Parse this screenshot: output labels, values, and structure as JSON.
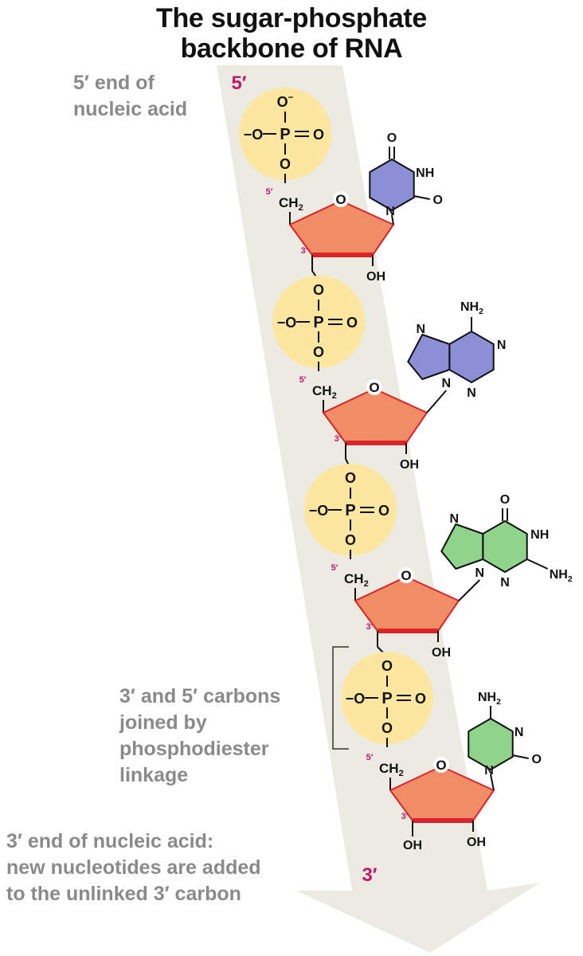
{
  "title": {
    "line1": "The sugar-phosphate",
    "line2": "backbone of RNA"
  },
  "labels": {
    "five_prime_end": {
      "line1": "5′ end of",
      "line2": "nucleic acid"
    },
    "five_prime_marker": "5′",
    "three_prime_marker": "3′",
    "linkage": {
      "line1": "3′ and 5′ carbons",
      "line2": "joined by",
      "line3": "phosphodiester",
      "line4": "linkage"
    },
    "three_prime_end": {
      "line1": "3′ end of nucleic acid:",
      "line2": "new nucleotides are added",
      "line3": "to the unlinked 3′ carbon"
    }
  },
  "chem": {
    "o": "O",
    "o_minus": "O",
    "minus": "−",
    "p": "P",
    "oh": "OH",
    "ch2": "CH",
    "sub2": "2",
    "c5": "5′",
    "c3": "3′",
    "n": "N",
    "nh": "NH",
    "nh2": "NH",
    "ring_o": "O"
  },
  "colors": {
    "arrow": "#ecebe2",
    "phosphate_circle": "#fde6a0",
    "sugar": "#f08d67",
    "sugar_edge": "#d8242a",
    "pyrimidine_uracil": "#8b8fd6",
    "purine_adenine": "#8b8fd6",
    "purine_guanine": "#8fd48a",
    "pyrimidine_cytosine": "#8fd48a",
    "accent_marker": "#c2186b",
    "caption_gray": "#8a8a8a"
  }
}
